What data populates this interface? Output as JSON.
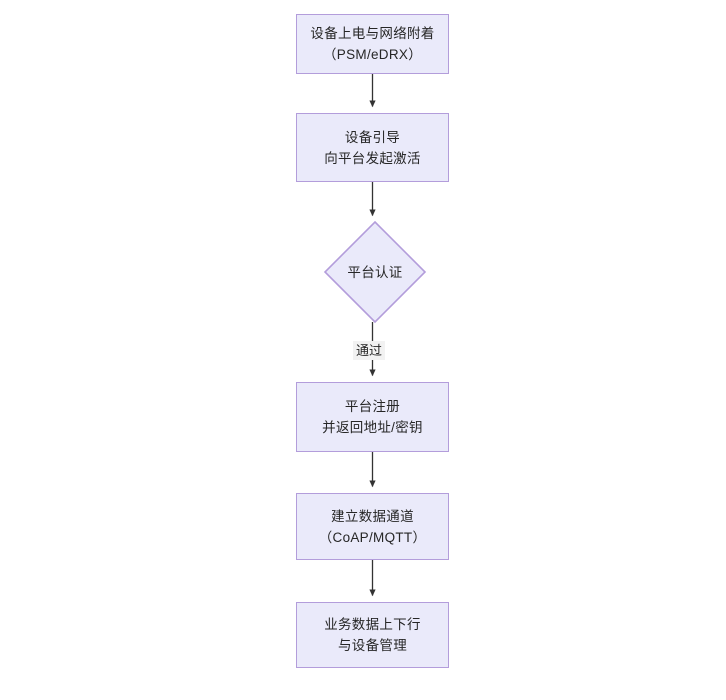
{
  "diagram": {
    "type": "flowchart",
    "orientation": "top-to-bottom",
    "colors": {
      "node_fill": "#eaeafa",
      "node_border": "#b39ddb",
      "edge_stroke": "#333333",
      "text": "#262626",
      "edge_label_background": "#f2f2f2",
      "canvas_background": "#ffffff"
    },
    "nodes": [
      {
        "id": "n1",
        "shape": "rectangle",
        "lines": [
          "设备上电与网络附着",
          "（PSM/eDRX）"
        ]
      },
      {
        "id": "n2",
        "shape": "rectangle",
        "lines": [
          "设备引导",
          "向平台发起激活"
        ]
      },
      {
        "id": "n3",
        "shape": "diamond",
        "lines": [
          "平台认证"
        ]
      },
      {
        "id": "n4",
        "shape": "rectangle",
        "lines": [
          "平台注册",
          "并返回地址/密钥"
        ]
      },
      {
        "id": "n5",
        "shape": "rectangle",
        "lines": [
          "建立数据通道",
          "（CoAP/MQTT）"
        ]
      },
      {
        "id": "n6",
        "shape": "rectangle",
        "lines": [
          "业务数据上下行",
          "与设备管理"
        ]
      }
    ],
    "edges": [
      {
        "from": "n1",
        "to": "n2",
        "label": ""
      },
      {
        "from": "n2",
        "to": "n3",
        "label": ""
      },
      {
        "from": "n3",
        "to": "n4",
        "label": "通过"
      },
      {
        "from": "n4",
        "to": "n5",
        "label": ""
      },
      {
        "from": "n5",
        "to": "n6",
        "label": ""
      }
    ]
  }
}
